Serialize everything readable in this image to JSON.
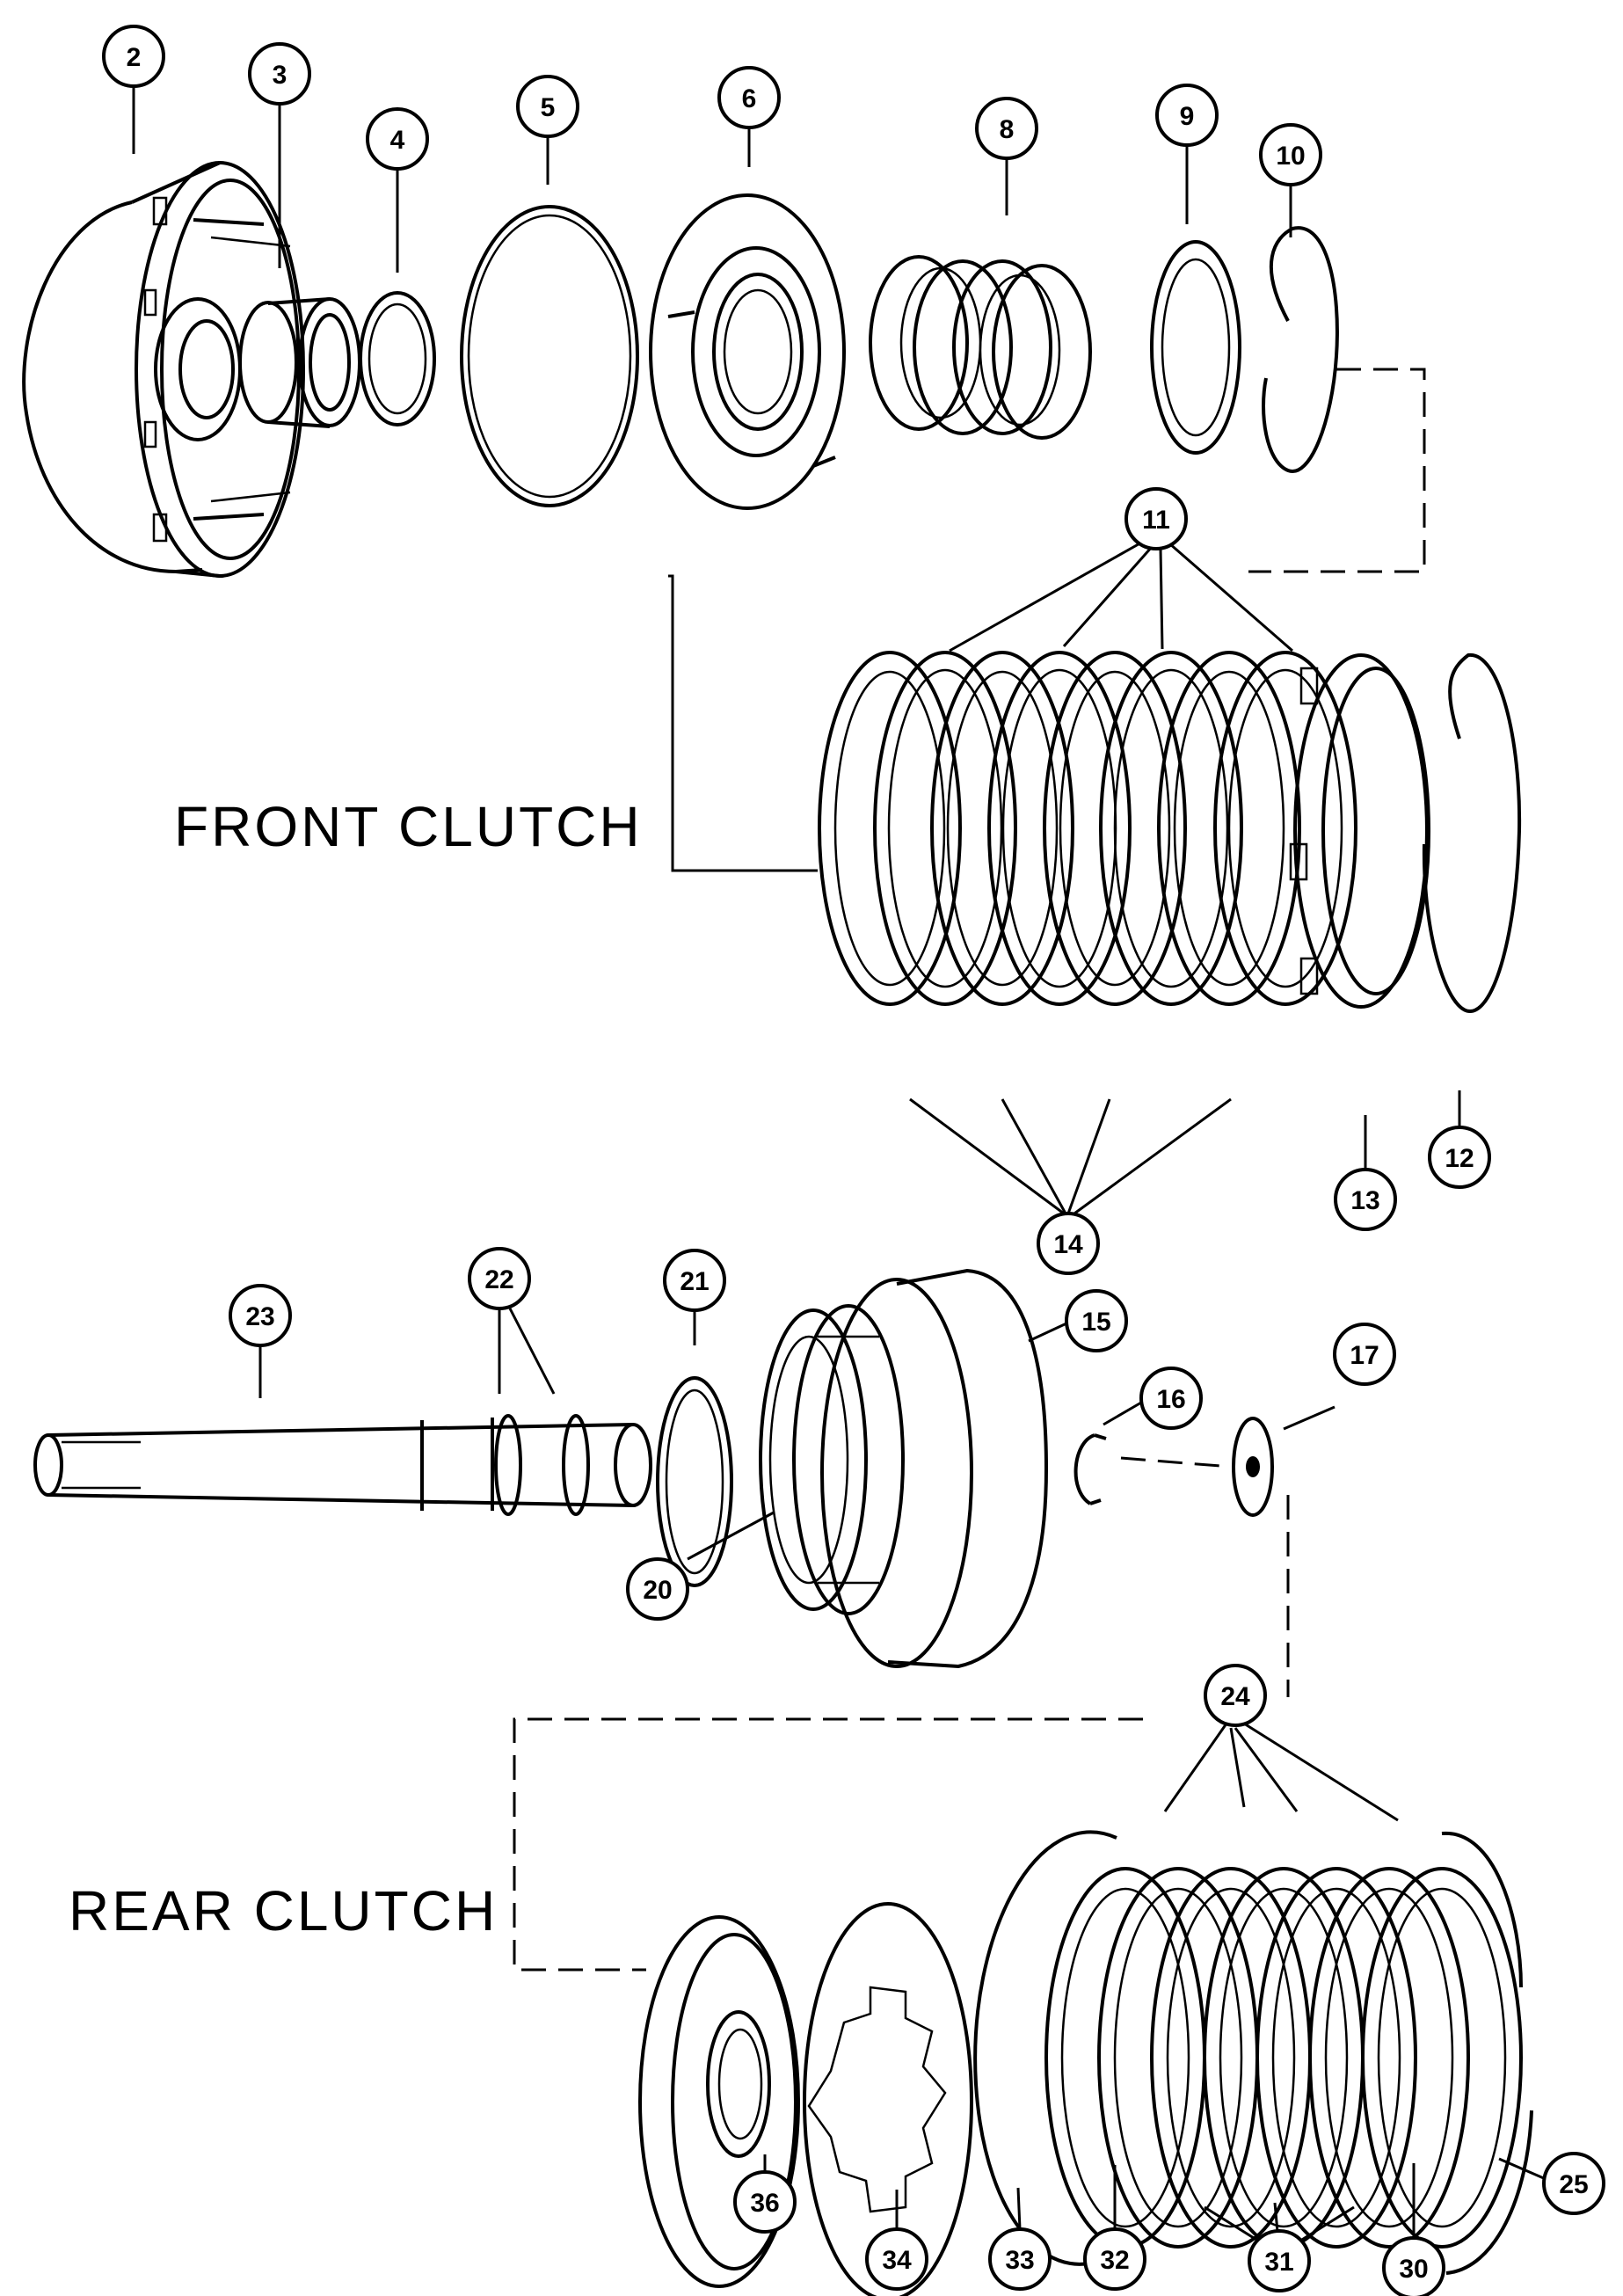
{
  "sections": {
    "front_clutch_label": "FRONT CLUTCH",
    "rear_clutch_label": "REAR CLUTCH"
  },
  "callouts": {
    "c2": "2",
    "c3": "3",
    "c4": "4",
    "c5": "5",
    "c6": "6",
    "c8": "8",
    "c9": "9",
    "c10": "10",
    "c11": "11",
    "c12": "12",
    "c13": "13",
    "c14": "14",
    "c15": "15",
    "c16": "16",
    "c17": "17",
    "c20": "20",
    "c21": "21",
    "c22": "22",
    "c23": "23",
    "c24": "24",
    "c25": "25",
    "c30": "30",
    "c31": "31",
    "c32": "32",
    "c33": "33",
    "c34": "34",
    "c36": "36"
  }
}
